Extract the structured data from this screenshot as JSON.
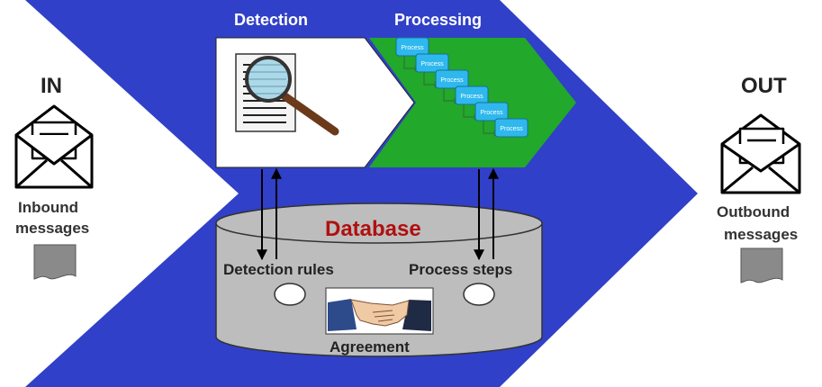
{
  "colors": {
    "chevron": "#3040C8",
    "processing_panel": "#22A82A",
    "process_box": "#2FB8EE",
    "database": "#BDBDBD",
    "database_title": "#B01010"
  },
  "left": {
    "heading": "IN",
    "caption_line1": "Inbound",
    "caption_line2": "messages",
    "icon": "envelope-icon"
  },
  "right": {
    "heading": "OUT",
    "caption_line1": "Outbound",
    "caption_line2": "messages",
    "icon": "envelope-icon"
  },
  "detection": {
    "heading": "Detection",
    "icon": "magnifier-document-icon"
  },
  "processing": {
    "heading": "Processing",
    "steps": [
      "Process",
      "Process",
      "Process",
      "Process",
      "Process",
      "Process"
    ]
  },
  "database": {
    "title": "Database",
    "left_label": "Detection rules",
    "right_label": "Process steps",
    "bottom_label": "Agreement",
    "icon": "handshake-icon"
  }
}
